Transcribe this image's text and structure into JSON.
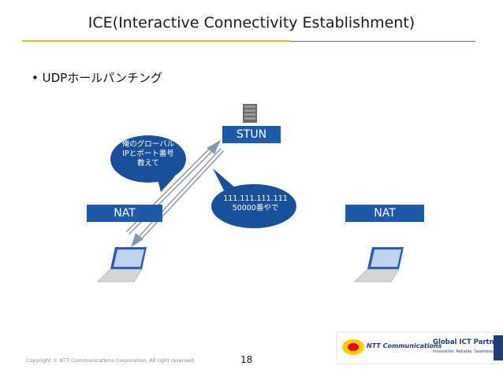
{
  "title": "ICE(Interactive Connectivity Establishment)",
  "bullet": "• UDPホールパンチング",
  "stun_label": "STUN",
  "nat_left_label": "NAT",
  "nat_right_label": "NAT",
  "bubble_left": [
    "俺のグローバル",
    "IPとポート番号",
    "教えて"
  ],
  "bubble_right": [
    "111.111.111.111",
    "50000番やで"
  ],
  "page_number": "18",
  "copyright": "Copyright © NTT Communications Corporation. All right reserved.",
  "logo": {
    "company": "NTT Communications",
    "tagline": "Global ICT Partner",
    "subtagline": "Innovative. Reliable. Seamless."
  },
  "colors": {
    "box": "#1f5aa8",
    "bubble": "#1a4f9a",
    "rule": "#4a6fa5",
    "accent": "#e8c000",
    "arrow": "#8a9aa8"
  }
}
